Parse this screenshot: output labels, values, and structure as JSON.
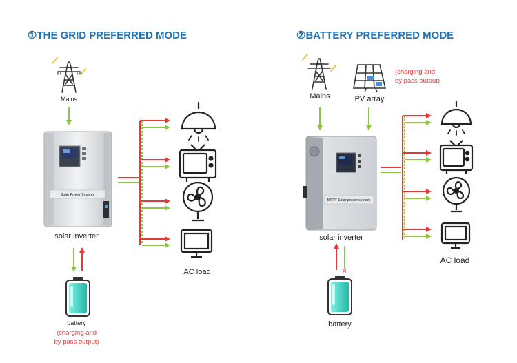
{
  "left": {
    "title": "①THE GRID PREFERRED MODE",
    "mains_label": "Mains",
    "inverter_label": "solar inverter",
    "inverter_panel_text": "Solar Power System",
    "load_label": "AC load",
    "battery_label": "battery",
    "battery_note_line1": "(charging and",
    "battery_note_line2": "by pass output)"
  },
  "right": {
    "title": "②BATTERY PREFERRED MODE",
    "mains_label": "Mains",
    "pv_label": "PV array",
    "pv_note_line1": "(charging and",
    "pv_note_line2": "by pass output)",
    "inverter_label": "solar inverter",
    "inverter_panel_text": "MPPT  Solar power system",
    "load_label": "AC load",
    "battery_label": "battery",
    "blocked_mark": "×"
  },
  "colors": {
    "title": "#1f73b7",
    "green_flow": "#8dc63f",
    "red_flow": "#e53935",
    "battery_fill": "#3ecfc0",
    "inverter_body": "#dcdfe2",
    "screen": "#1e2a4a"
  },
  "icons": [
    "transmission-tower-icon",
    "solar-panel-icon",
    "lamp-icon",
    "tv-icon",
    "fan-icon",
    "monitor-icon",
    "battery-icon"
  ]
}
